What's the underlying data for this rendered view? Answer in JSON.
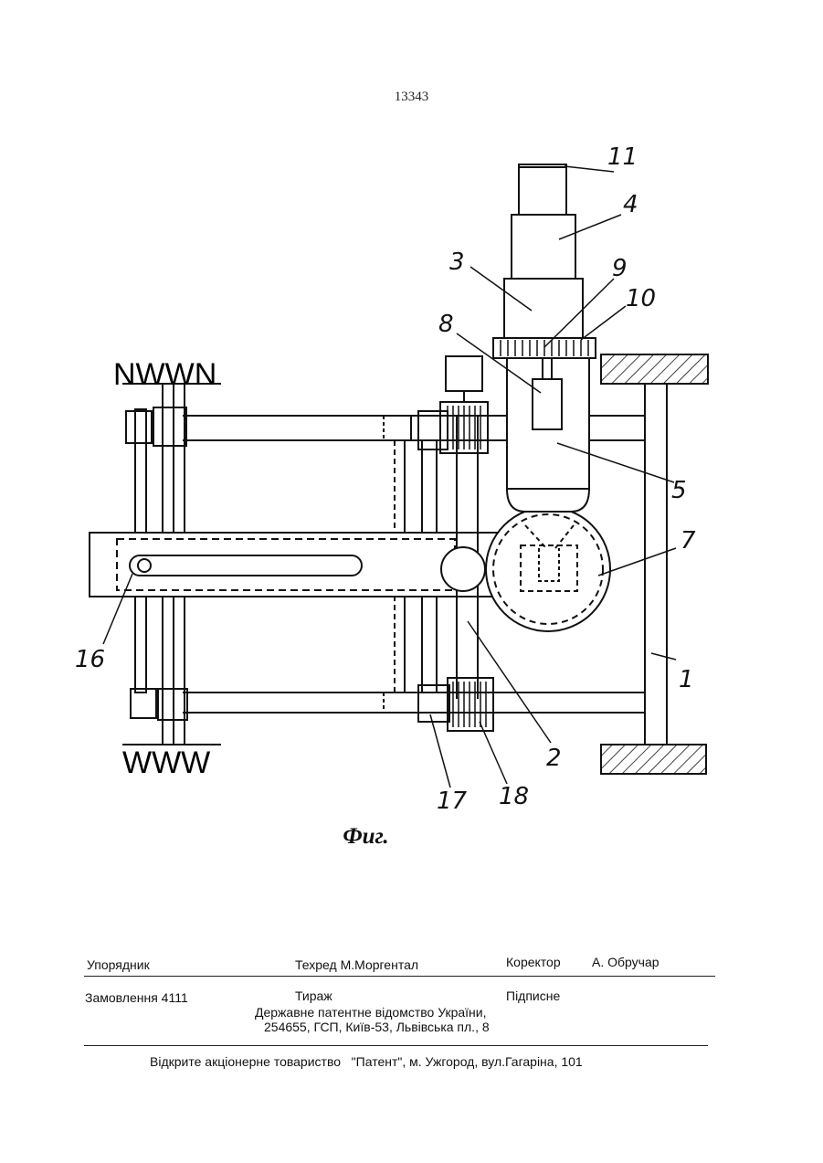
{
  "page": {
    "number": "13343"
  },
  "figure": {
    "caption": "Фиг.",
    "stamp_top": "NWWN",
    "stamp_bottom": "WWW",
    "callouts": [
      "11",
      "4",
      "3",
      "9",
      "10",
      "8",
      "5",
      "7",
      "16",
      "1",
      "2",
      "17",
      "18"
    ]
  },
  "imprint": {
    "compiler_label": "Упорядник",
    "techred": "Техред М.Моргентал",
    "corrector_label": "Коректор",
    "corrector_name": "А. Обручар",
    "order": "Замовлення 4111",
    "circulation": "Тираж",
    "subscription": "Підписне",
    "office_line1": "Державне патентне відомство України,",
    "office_line2": "254655, ГСП, Київ-53, Львівська пл., 8",
    "publisher": "Відкрите акціонерне товариство   \"Патент\", м. Ужгород, вул.Гагаріна, 101"
  }
}
